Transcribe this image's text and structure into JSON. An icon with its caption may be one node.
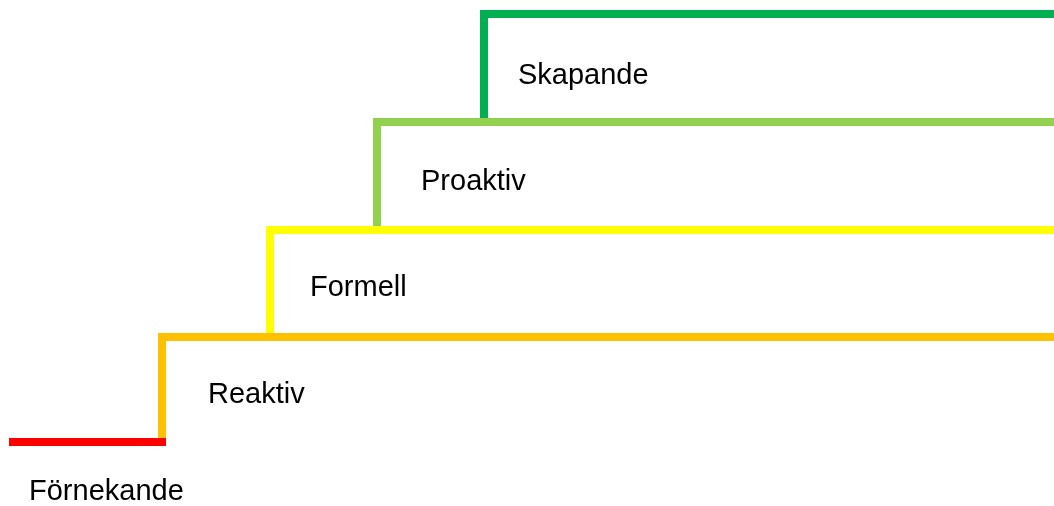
{
  "diagram": {
    "nodes": [
      {
        "text": [
          "Skapande"
        ]
      },
      {
        "text": [
          "Proaktiv"
        ]
      },
      {
        "text": [
          "Formell"
        ]
      },
      {
        "text": [
          "Reaktiv"
        ]
      },
      {
        "text": [
          "Förnekande"
        ]
      }
    ]
  }
}
